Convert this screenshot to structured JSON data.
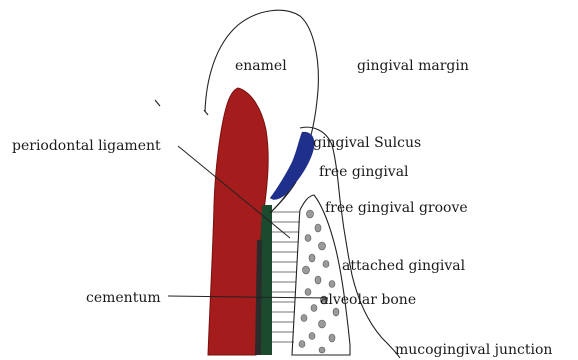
{
  "labels": {
    "enamel": "enamel",
    "gingival_margin": "gingival margin",
    "periodontal_ligament": "periodontal ligament",
    "gingival_sulcus": "gingival Sulcus",
    "free_gingival": "free gingival",
    "free_gingival_groove": "free gingival groove",
    "attached_gingival": "attached gingival",
    "cementum": "cementum",
    "alveolar_bone": "alveolar bone",
    "mucogingival_junction": "mucogingival junction"
  },
  "colors": {
    "dentin": "#a51c1c",
    "sulcus": "#1f2f8c",
    "ligament": "#1b4a2e",
    "cementum_band": "#2b2b2b",
    "bone_dots": "#9a9a9a",
    "line": "#222222"
  }
}
